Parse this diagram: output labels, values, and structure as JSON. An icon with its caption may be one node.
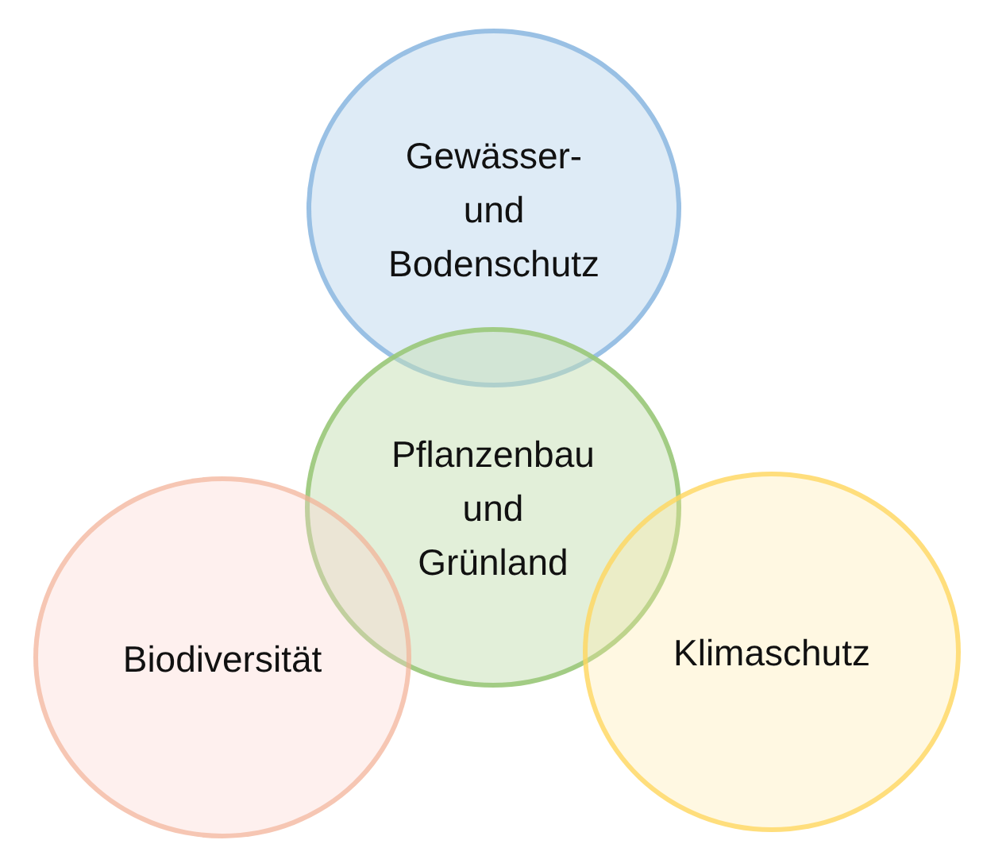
{
  "diagram": {
    "nodes": [
      {
        "text": [
          "Gewässer- und Bodenschutz"
        ]
      },
      {
        "text": [
          "Pflanzenbau und Grünland"
        ]
      },
      {
        "text": [
          "Biodiversität"
        ]
      },
      {
        "text": [
          "Klimaschutz"
        ]
      }
    ]
  }
}
